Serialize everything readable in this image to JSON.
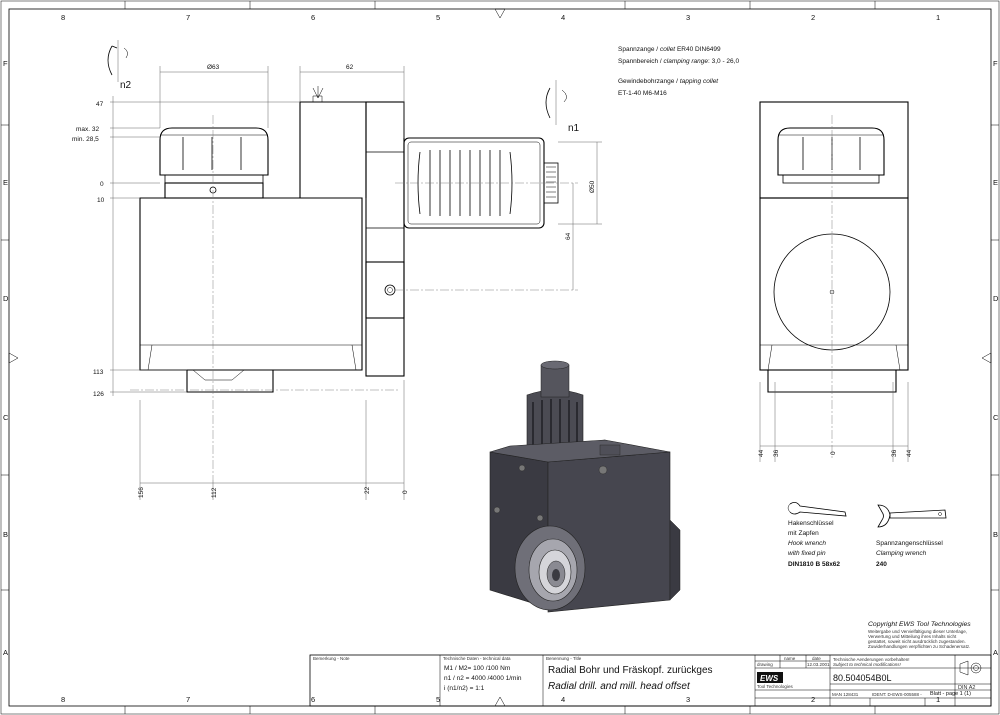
{
  "grid": {
    "columns": [
      "8",
      "7",
      "6",
      "5",
      "4",
      "3",
      "2",
      "1"
    ],
    "rows": [
      "F",
      "E",
      "D",
      "C",
      "B",
      "A"
    ]
  },
  "notes": {
    "collet_de": "Spannzange /",
    "collet_en": "collet",
    "collet_spec": "ER40   DIN6499",
    "range_de": "Spannbereich /",
    "range_en": "clamping range",
    "range_value": ": 3,0 - 26,0",
    "tap_de": "Gewindebohrzange /",
    "tap_en": "tapping collet",
    "tap_spec": "ET-1-40   M6-M16"
  },
  "rotation": {
    "n2": "n2",
    "n1": "n1"
  },
  "dimensions": {
    "d63": "Ø63",
    "d62": "62",
    "d50": "Ø50",
    "d64": "64",
    "v47": "47",
    "vmax": "max. 32",
    "vmin": "min. 28,5",
    "v0": "0",
    "v10": "10",
    "v113": "113",
    "v126": "126",
    "h156": "156",
    "h112": "112",
    "h22": "22",
    "h0": "0",
    "s44a": "44",
    "s36a": "36",
    "s0": "0",
    "s36b": "36",
    "s44b": "44"
  },
  "wrenches": {
    "hook_title_1": "Hakenschlüssel",
    "hook_title_2": "mit Zapfen",
    "hook_en_1": "Hook wrench",
    "hook_en_2": "with fixed pin",
    "hook_spec": "DIN1810  B  58x62",
    "clamp_title": "Spannzangenschlüssel",
    "clamp_en": "Clamping wrench",
    "clamp_spec": "240"
  },
  "copyright": {
    "title": "Copyright EWS Tool Technologies",
    "line1": "Weitergabe und Vervielfältigung dieser Unterlage,",
    "line2": "Verwertung und Mitteilung ihres Inhalts nicht",
    "line3": "gestattet, soweit nicht ausdrücklich zugestanden.",
    "line4": "Zuwiderhandlungen verpflichten zu Schadenersatz."
  },
  "titleblock": {
    "remark_label": "Bemerkung - Note",
    "techdata_label": "Technische Daten - technical data",
    "torque": "M1 / M2= 100 /100 Nm",
    "speed": "n1 / n2 = 4000 /4000  1/min",
    "ratio": "i (n1/n2) = 1:1",
    "desc_label": "Benennung - Title",
    "title_de": "Radial Bohr und Fräskopf. zurückges",
    "title_en": "Radial drill. and mill. head offset",
    "name_label": "name",
    "date_label": "date",
    "date_value": "12.03.2001",
    "drawing_label": "drawing",
    "change_de": "Technische Aenderungen vorbehalten!",
    "change_en": "Subject to technical modifications!",
    "logo": "EWS",
    "company": "Tool Technologies",
    "part_no": "80.504054B0L",
    "format": "DIN A2",
    "mat_no": "MAN 128431",
    "ident": "IDENT: D-EWS-005588 -",
    "sheet": "Blatt - page  1 (1)"
  }
}
